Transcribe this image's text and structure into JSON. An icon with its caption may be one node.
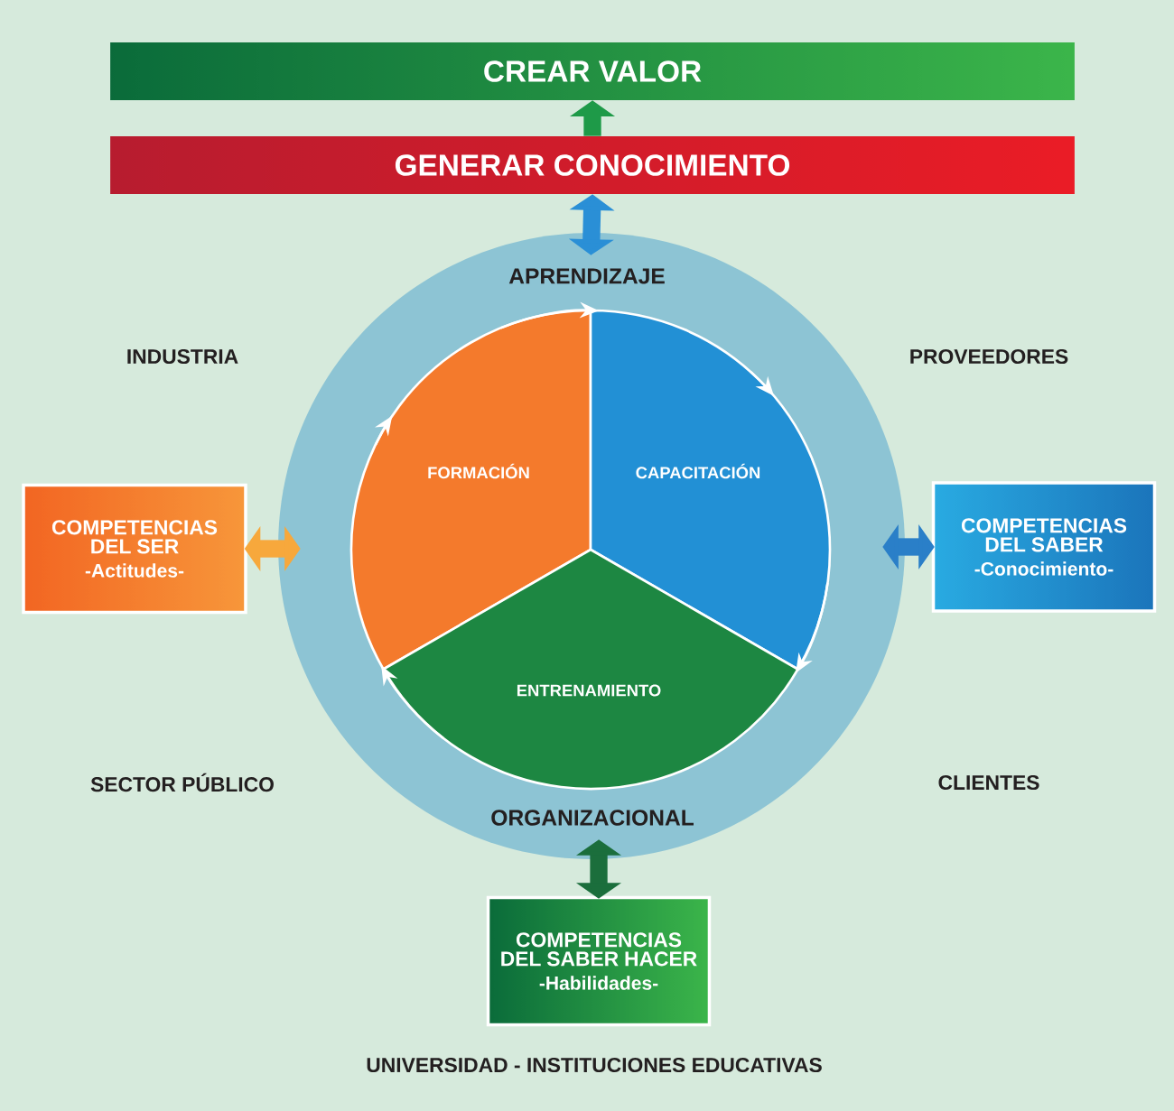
{
  "diagram": {
    "nodes": [
      {
        "text": [
          "CREAR VALOR"
        ]
      },
      {
        "text": [
          "GENERAR CONOCIMIENTO"
        ]
      },
      {
        "text": [
          "APRENDIZAJE",
          "ORGANIZACIONAL"
        ]
      },
      {
        "text": [
          "FORMACIÓN"
        ],
        "in": 2
      },
      {
        "text": [
          "CAPACITACIÓN"
        ],
        "in": 2
      },
      {
        "text": [
          "ENTRENAMIENTO"
        ],
        "in": 2
      },
      {
        "text": [
          "COMPETENCIAS DEL SER",
          "-Actitudes-"
        ]
      },
      {
        "text": [
          "COMPETENCIAS DEL SABER",
          "-Conocimiento-"
        ]
      },
      {
        "text": [
          "COMPETENCIAS DEL SABER HACER",
          "-Habilidades-"
        ]
      }
    ],
    "edges": [
      {
        "from": 1,
        "to": 0,
        "arrow": "to",
        "color": "#1e9a48"
      },
      {
        "from": 1,
        "to": 2,
        "arrow": "both",
        "color": "#2a8fd6"
      },
      {
        "from": 6,
        "to": 2,
        "arrow": "both",
        "color": "#f7a83c"
      },
      {
        "from": 2,
        "to": 7,
        "arrow": "both",
        "color": "#2a7fc8"
      },
      {
        "from": 2,
        "to": 8,
        "arrow": "both",
        "color": "#1b6e3c"
      },
      {
        "from": 3,
        "to": 4,
        "arrow": "to",
        "color": "#ffffff"
      },
      {
        "from": 4,
        "to": 5,
        "arrow": "to",
        "color": "#ffffff"
      },
      {
        "from": 5,
        "to": 3,
        "arrow": "to",
        "color": "#ffffff"
      }
    ],
    "labels": [
      "INDUSTRIA",
      "PROVEEDORES",
      "SECTOR PÚBLICO",
      "CLIENTES",
      "UNIVERSIDAD - INSTITUCIONES EDUCATIVAS"
    ]
  }
}
